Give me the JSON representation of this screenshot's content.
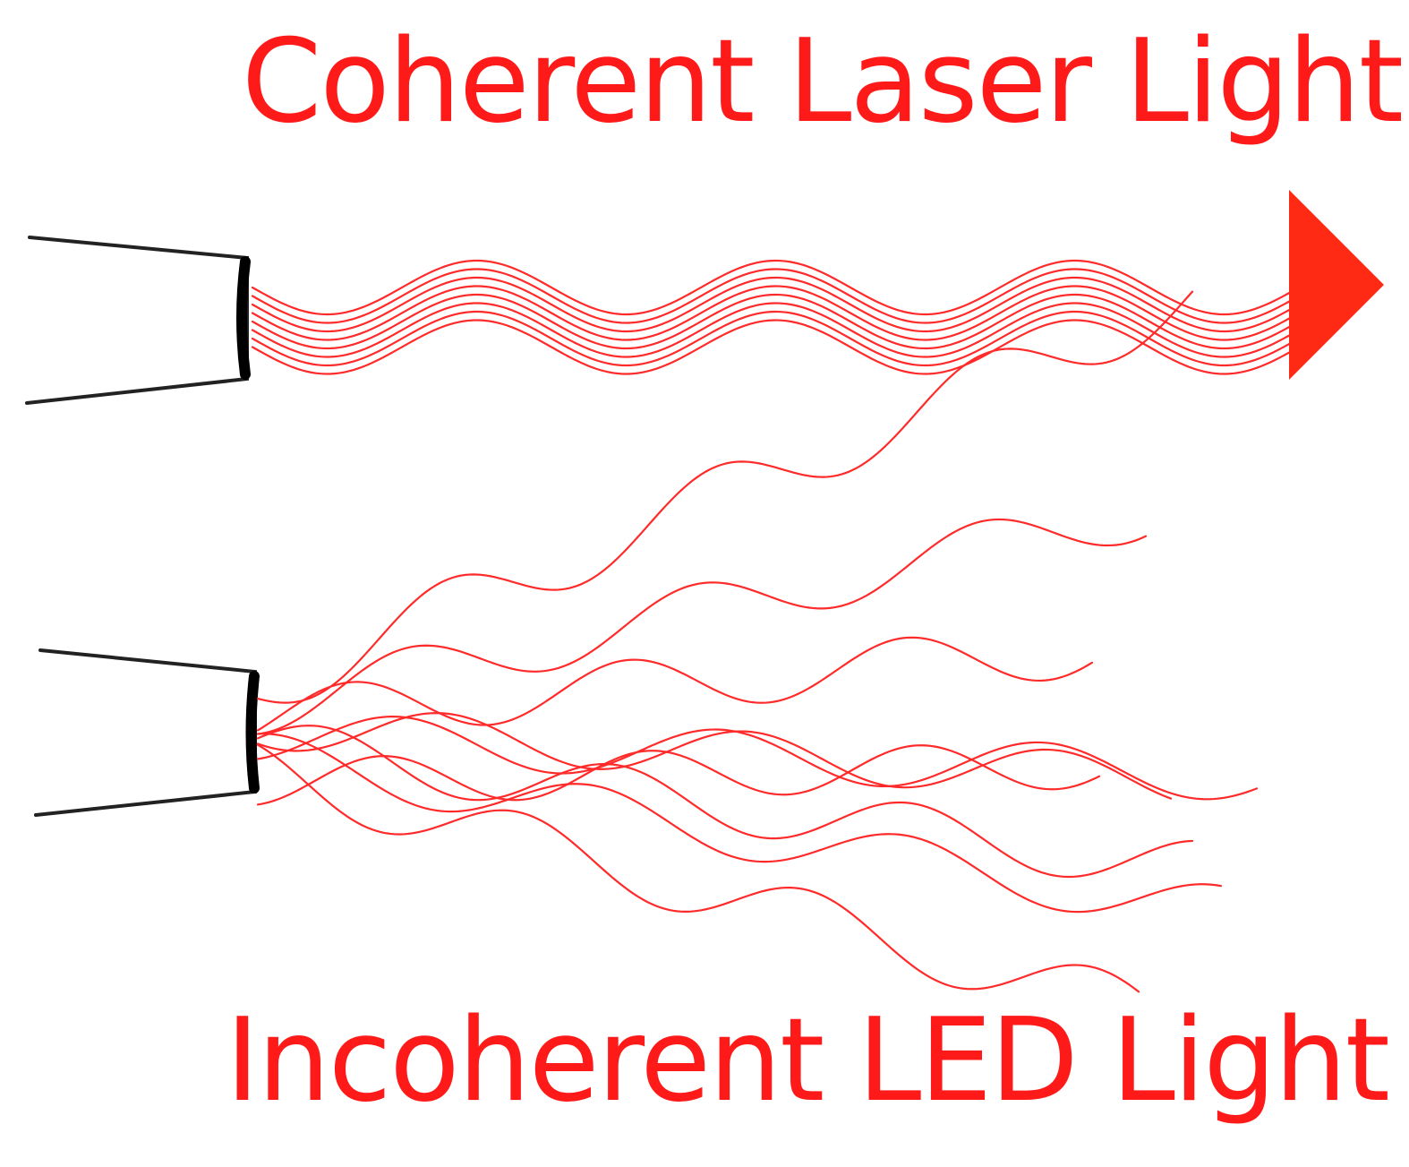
{
  "labels": {
    "coherent": "Coherent Laser Light",
    "incoherent": "Incoherent LED Light"
  },
  "colors": {
    "light": "#ff2a2a",
    "text": "#ff1a1a",
    "arrowhead": "#ff2a14",
    "housing": "#222222"
  },
  "coherent_beam": {
    "wave_count": 8,
    "in_phase": true
  },
  "incoherent_beam": {
    "wave_count": 9,
    "in_phase": false
  }
}
